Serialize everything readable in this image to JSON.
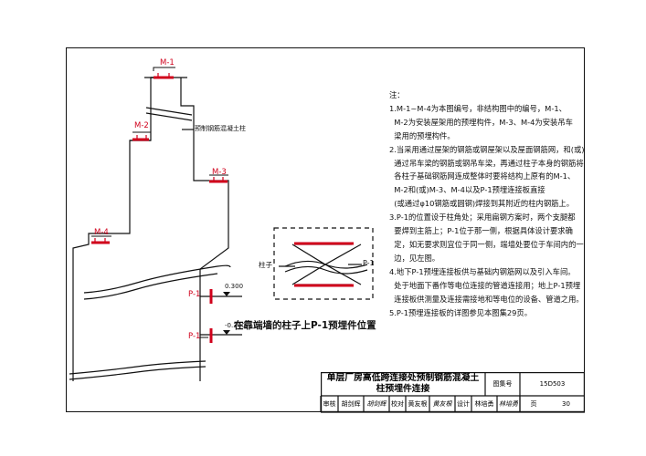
{
  "markers": {
    "m1": "M-1",
    "m2": "M-2",
    "m3": "M-3",
    "m4": "M-4",
    "p1_upper": "P-1",
    "p1_lower": "P-1",
    "p1_detail": "P-1"
  },
  "column_label": "预制钢筋混凝土柱",
  "elevations": {
    "upper": "0.300",
    "lower": "-0.300"
  },
  "detail": {
    "column": "柱子",
    "caption": "在靠端墙的柱子上P-1预埋件位置"
  },
  "notes": {
    "heading": "注：",
    "lines": [
      "1.M-1~M-4为本图编号，非结构图中的编号，M-1、",
      "  M-2为安装屋架用的预埋构件，M-3、M-4为安装吊车",
      "  梁用的预埋构件。",
      "2.当采用通过屋架的钢筋或钢屋架以及屋面钢筋网，和(或)",
      "  通过吊车梁的钢筋或钢吊车梁，再通过柱子本身的钢筋将",
      "  各柱子基础钢筋网连成整体时要将结构上原有的M-1、",
      "  M-2和(或)M-3、M-4以及P-1预埋连接板直接",
      "  (或通过φ10钢筋或圆钢)焊接到其附近的柱内钢筋上。",
      "3.P-1的位置设于柱角处；采用扁钢方案时，两个支腿都",
      "  要焊到主筋上；P-1位于那一侧，根据具体设计要求确",
      "  定，如无要求则宜位于同一侧，端墙处要位于车间内的一",
      "  边，见左图。",
      "4.地下P-1预埋连接板供与基础内钢筋网以及引入车间。",
      "  处于地面下番作等电位连接的管道连接用；地上P-1预埋",
      "  连接板供测量及连接需接地和等电位的设备、管道之用。",
      "5.P-1预埋连接板的详图参见本图集29页。"
    ]
  },
  "title_block": {
    "title_line1": "单层厂房高低跨连接处预制钢筋混凝土",
    "title_line2": "柱预埋件连接",
    "atlas_no_label": "图集号",
    "atlas_no": "15D503",
    "review_label": "审核",
    "reviewer": "胡剑辉",
    "review_sign": "胡剑辉",
    "check_label": "校对",
    "checker": "黄友根",
    "check_sign": "黄友根",
    "design_label": "设计",
    "designer": "林培勇",
    "design_sign": "林培勇",
    "page_label": "页",
    "page_no": "30"
  },
  "colors": {
    "line": "#111111",
    "marker": "#d0001b",
    "background": "#ffffff"
  }
}
